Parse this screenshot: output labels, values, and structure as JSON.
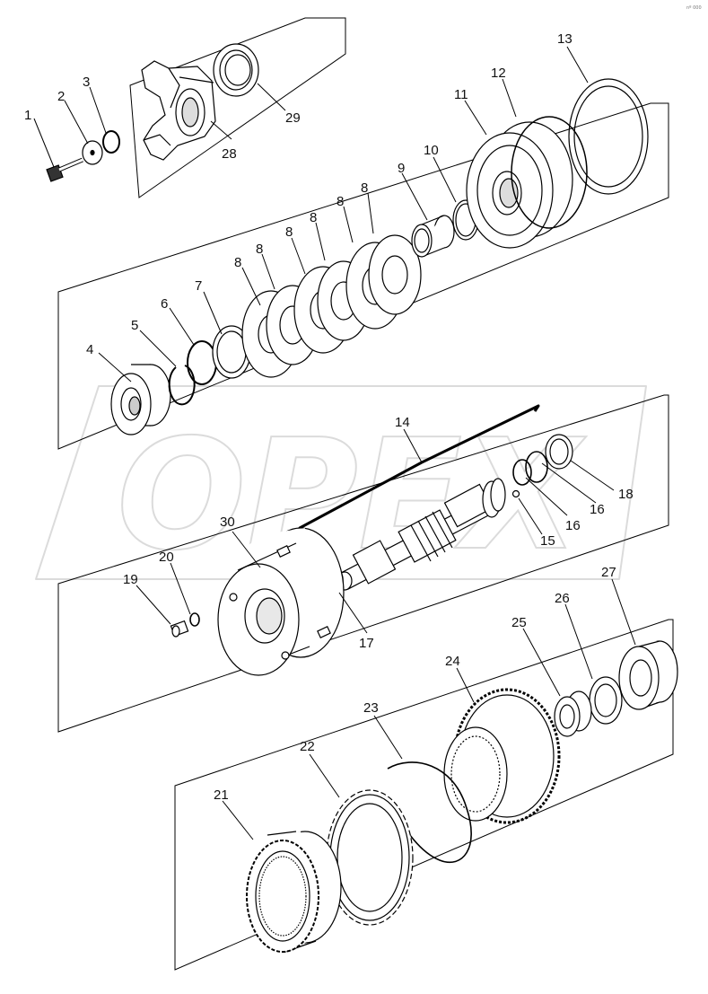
{
  "watermark": "OPEX",
  "corner_code": "nº 000",
  "callouts": {
    "c1": "1",
    "c2": "2",
    "c3": "3",
    "c4": "4",
    "c5": "5",
    "c6": "6",
    "c7": "7",
    "c8": "8",
    "c9": "9",
    "c10": "10",
    "c11": "11",
    "c12": "12",
    "c13": "13",
    "c14": "14",
    "c15": "15",
    "c16": "16",
    "c17": "17",
    "c18": "18",
    "c19": "19",
    "c20": "20",
    "c21": "21",
    "c22": "22",
    "c23": "23",
    "c24": "24",
    "c25": "25",
    "c26": "26",
    "c27": "27",
    "c28": "28",
    "c29": "29",
    "c30": "30"
  }
}
